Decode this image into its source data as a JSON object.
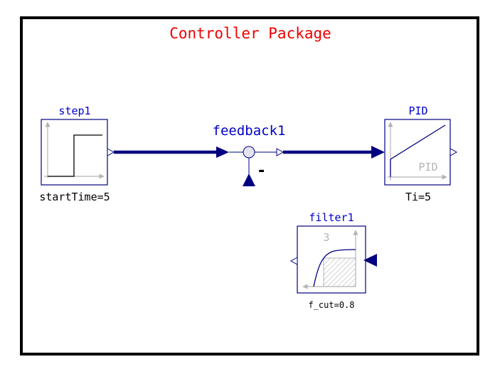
{
  "diagram": {
    "title": "Controller Package",
    "blocks": {
      "step1": {
        "name": "step1",
        "param": "startTime=5"
      },
      "feedback1": {
        "name": "feedback1",
        "minus_sign": "-"
      },
      "pid": {
        "name": "PID",
        "param": "Ti=5",
        "icon_label": "PID"
      },
      "filter1": {
        "name": "filter1",
        "param": "f_cut=0.8",
        "order_label": "3"
      }
    }
  },
  "colors": {
    "title": "#ee0000",
    "block_name": "#0000cc",
    "block_border": "#000080",
    "connection": "#000080",
    "icon_gray": "#b4b4b4",
    "frame": "#000000"
  }
}
